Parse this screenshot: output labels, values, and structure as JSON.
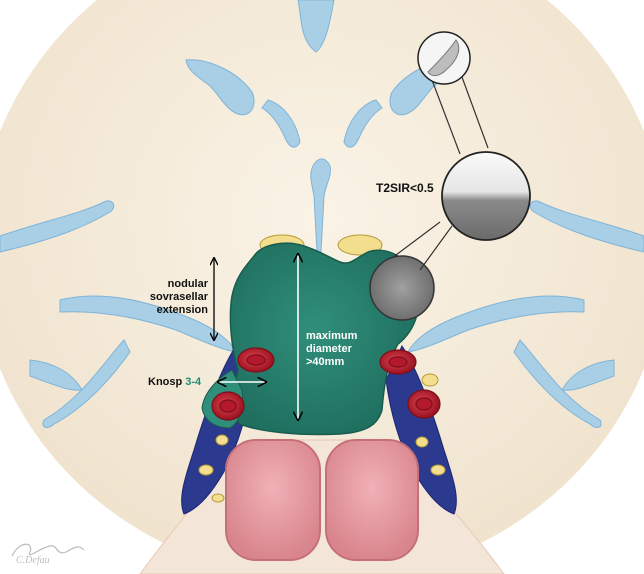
{
  "labels": {
    "t2sir": "T2SIR<0.5",
    "extension": [
      "nodular",
      "sovrasellar",
      "extension"
    ],
    "knosp_prefix": "Knosp ",
    "knosp_grade": "3-4",
    "diameter": [
      "maximum",
      "diameter",
      ">40mm"
    ]
  },
  "signature": "C.Defau",
  "colors": {
    "brain": "#f6eee0",
    "csf": "#a9cfe6",
    "adenoma": "#2f8f7a",
    "carotid": "#c1202c",
    "sinus": "#2b3a8f",
    "sphenoid": "#e79aa0",
    "bone": "#f3e5d8",
    "label_accent": "#1f8f73"
  }
}
